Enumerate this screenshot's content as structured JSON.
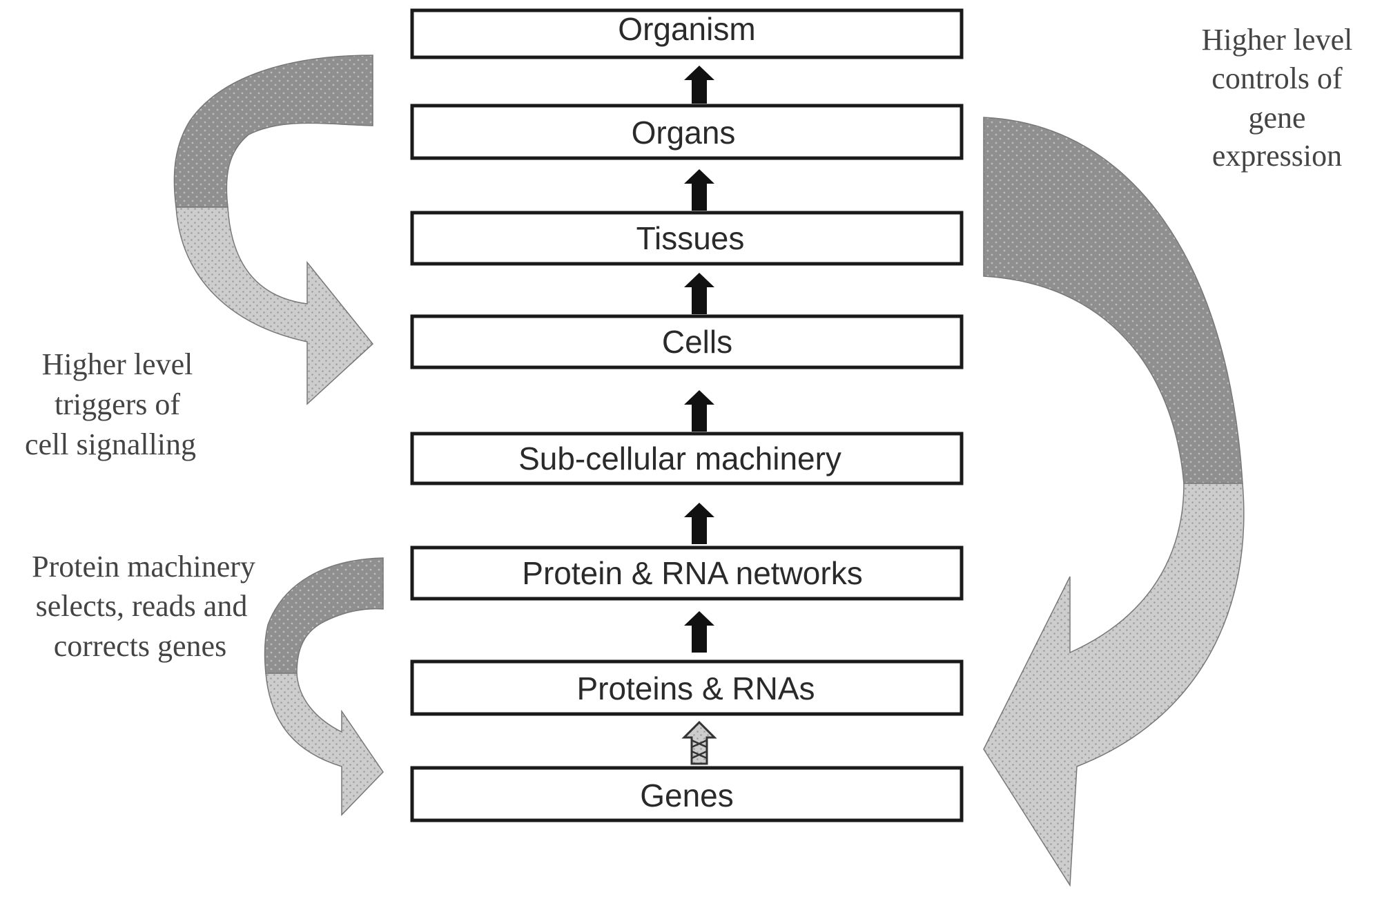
{
  "levels": {
    "organism": "Organism",
    "organs": "Organs",
    "tissues": "Tissues",
    "cells": "Cells",
    "subcellular": "Sub-cellular machinery",
    "networks": "Protein & RNA networks",
    "proteins": "Proteins & RNAs",
    "genes": "Genes"
  },
  "annotations": {
    "gene_expression": [
      "Higher level",
      "controls of",
      "gene",
      "expression"
    ],
    "cell_signalling": [
      "Higher level",
      "triggers of",
      "cell signalling"
    ],
    "protein_machinery": [
      "Protein machinery",
      "selects, reads and",
      "corrects genes"
    ]
  },
  "colors": {
    "box_border": "#1a1a1a",
    "arrow_dark": "#8f8f8f",
    "arrow_light": "#c9c9c9",
    "up_arrow": "#111111"
  }
}
